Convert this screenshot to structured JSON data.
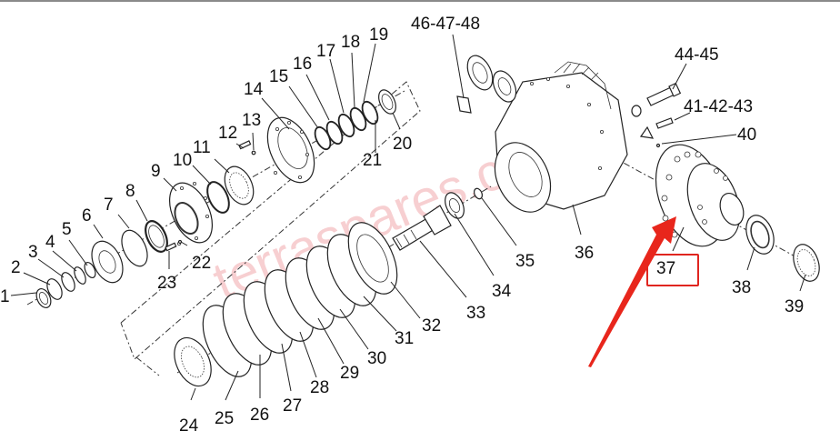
{
  "diagram": {
    "title": "",
    "type": "exploded parts diagram",
    "subject": "differential / axle hub assembly",
    "watermark": "terraspares.com",
    "highlight": {
      "label": "37",
      "box_color": "#e0251f",
      "arrow_color": "#e8261c"
    },
    "callouts": [
      {
        "id": "1",
        "label": "1"
      },
      {
        "id": "2",
        "label": "2"
      },
      {
        "id": "3",
        "label": "3"
      },
      {
        "id": "4",
        "label": "4"
      },
      {
        "id": "5",
        "label": "5"
      },
      {
        "id": "6",
        "label": "6"
      },
      {
        "id": "7",
        "label": "7"
      },
      {
        "id": "8",
        "label": "8"
      },
      {
        "id": "9",
        "label": "9"
      },
      {
        "id": "10",
        "label": "10"
      },
      {
        "id": "11",
        "label": "11"
      },
      {
        "id": "12",
        "label": "12"
      },
      {
        "id": "13",
        "label": "13"
      },
      {
        "id": "14",
        "label": "14"
      },
      {
        "id": "15",
        "label": "15"
      },
      {
        "id": "16",
        "label": "16"
      },
      {
        "id": "17",
        "label": "17"
      },
      {
        "id": "18",
        "label": "18"
      },
      {
        "id": "19",
        "label": "19"
      },
      {
        "id": "20",
        "label": "20"
      },
      {
        "id": "21",
        "label": "21"
      },
      {
        "id": "22",
        "label": "22"
      },
      {
        "id": "23",
        "label": "23"
      },
      {
        "id": "24",
        "label": "24"
      },
      {
        "id": "25",
        "label": "25"
      },
      {
        "id": "26",
        "label": "26"
      },
      {
        "id": "27",
        "label": "27"
      },
      {
        "id": "28",
        "label": "28"
      },
      {
        "id": "29",
        "label": "29"
      },
      {
        "id": "30",
        "label": "30"
      },
      {
        "id": "31",
        "label": "31"
      },
      {
        "id": "32",
        "label": "32"
      },
      {
        "id": "33",
        "label": "33"
      },
      {
        "id": "34",
        "label": "34"
      },
      {
        "id": "35",
        "label": "35"
      },
      {
        "id": "36",
        "label": "36"
      },
      {
        "id": "37",
        "label": "37"
      },
      {
        "id": "38",
        "label": "38"
      },
      {
        "id": "39",
        "label": "39"
      },
      {
        "id": "40",
        "label": "40"
      },
      {
        "id": "41-42-43",
        "label": "41-42-43"
      },
      {
        "id": "44-45",
        "label": "44-45"
      },
      {
        "id": "46-47-48",
        "label": "46-47-48"
      }
    ]
  }
}
